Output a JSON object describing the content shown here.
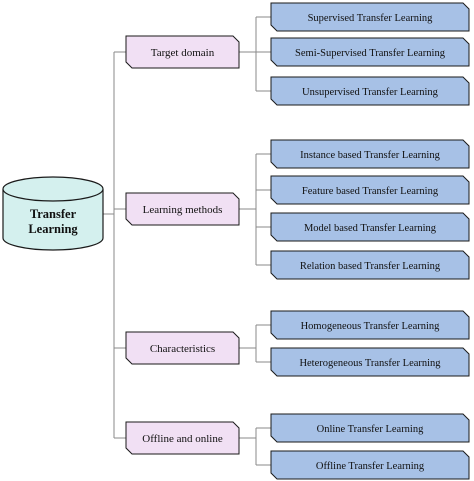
{
  "root": {
    "line1": "Transfer",
    "line2": "Learning"
  },
  "categories": [
    {
      "label": "Target domain",
      "children": [
        "Supervised Transfer Learning",
        "Semi-Supervised Transfer Learning",
        "Unsupervised Transfer Learning"
      ]
    },
    {
      "label": "Learning methods",
      "children": [
        "Instance based Transfer Learning",
        "Feature based Transfer Learning",
        "Model based Transfer Learning",
        "Relation based Transfer Learning"
      ]
    },
    {
      "label": "Characteristics",
      "children": [
        "Homogeneous Transfer Learning",
        "Heterogeneous Transfer Learning"
      ]
    },
    {
      "label": "Offline and online",
      "children": [
        "Online Transfer Learning",
        "Offline Transfer Learning"
      ]
    }
  ],
  "colors": {
    "root_fill": "#d4f0ee",
    "category_fill": "#f1e0f4",
    "leaf_fill": "#a7c1e6",
    "connector": "#8a8a8a",
    "outline": "#1a1a1a"
  }
}
